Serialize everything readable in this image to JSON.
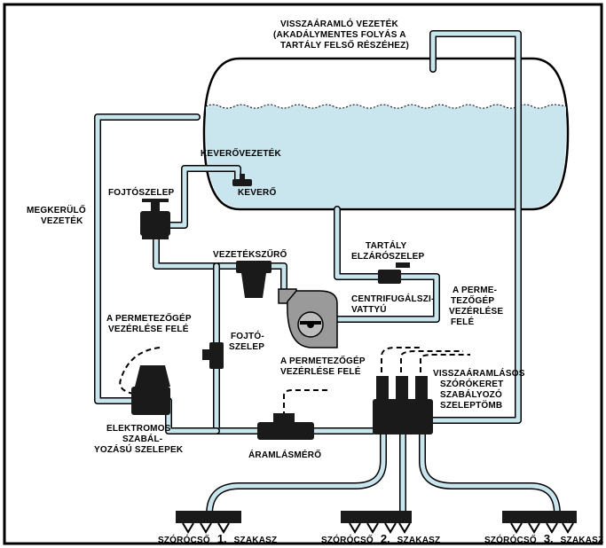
{
  "labels": {
    "return_line_1": "VISSZAÁRAMLÓ VEZETÉK",
    "return_line_2": "(AKADÁLYMENTES FOLYÁS A",
    "return_line_3": "TARTÁLY FELSŐ RÉSZÉHEZ)",
    "mixer_lines": "KEVERŐVEZETÉK",
    "mixer": "KEVERŐ",
    "throttle_valve_top": "FOJTÓSZELEP",
    "bypass_1": "MEGKERÜLŐ",
    "bypass_2": "VEZETÉK",
    "tank_shutoff_1": "TARTÁLY",
    "tank_shutoff_2": "ELZÁRÓSZELEP",
    "line_filter": "VEZETÉKSZŰRŐ",
    "pump_1": "CENTRIFUGÁLSZI-",
    "pump_2": "VATTYÚ",
    "to_sprayer_right_1": "A PERME-",
    "to_sprayer_right_2": "TEZŐGÉP",
    "to_sprayer_right_3": "VEZÉRLÉSE",
    "to_sprayer_right_4": "FELÉ",
    "to_sprayer_left_1": "A PERMETEZŐGÉP",
    "to_sprayer_left_2": "VEZÉRLÉSE FELÉ",
    "throttle_mid_1": "FOJTÓ-",
    "throttle_mid_2": "SZELEP",
    "to_sprayer_center_1": "A PERMETEZŐGÉP",
    "to_sprayer_center_2": "VEZÉRLÉSE FELÉ",
    "manifold_1": "VISSZAÁRAMLÁSOS",
    "manifold_2": "SZÓRÓKERET",
    "manifold_3": "SZABÁLYOZÓ",
    "manifold_4": "SZELEPTÖMB",
    "electric_valves_1": "ELEKTROMOS",
    "electric_valves_2": "SZABÁL-",
    "electric_valves_3": "YOZÁSÚ SZELEPEK",
    "flowmeter": "ÁRAMLÁSMÉRŐ",
    "boom_prefix": "SZÓRÓCSŐ",
    "boom_suffix": "SZAKASZ",
    "boom_1_num": "1.",
    "boom_2_num": "2.",
    "boom_3_num": "3."
  },
  "colors": {
    "liquid": "#c9e6ef",
    "pipe_outline": "#000000",
    "component_dark": "#1a1a1a",
    "pump_grey": "#9a9a9a"
  }
}
